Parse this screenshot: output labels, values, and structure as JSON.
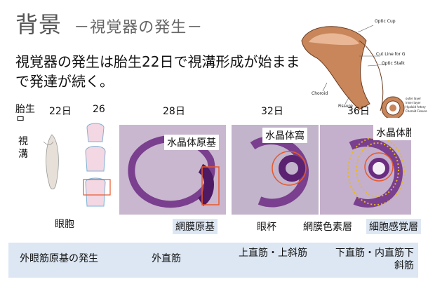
{
  "slide": {
    "title": "背景",
    "subtitle": "－視覚器の発生－",
    "lead": "視覚器の発生は胎生22日で視溝形成が始ままで発達が続く。"
  },
  "timeline": {
    "axis_label": "胎生日",
    "days": [
      "22日",
      "26",
      "28日",
      "32日",
      "36日"
    ]
  },
  "panels": {
    "p1": {
      "labels": [
        "視溝",
        "眼胞"
      ]
    },
    "p3": {
      "labels": [
        "水晶体原基",
        "網膜原基"
      ]
    },
    "p4": {
      "labels": [
        "水晶体窩",
        "眼杯"
      ]
    },
    "p5": {
      "labels": [
        "水晶体胞",
        "網膜色素層",
        "細胞感覚層"
      ]
    }
  },
  "inset": {
    "labels": [
      "Optic Cup",
      "Cut Line for G",
      "Optic Stalk",
      "Choroid",
      "Fissure"
    ],
    "small_labels": [
      "outer layer",
      "inner layer",
      "Hyaloid Artery",
      "Choroid Fissure"
    ]
  },
  "bottom": {
    "items": [
      "外眼筋原基の発生",
      "外直筋",
      "上直筋・上斜筋",
      "下直筋・内直筋下斜筋"
    ]
  },
  "colors": {
    "tissue": "#7a3f8e",
    "highlight": "#e8582a",
    "dotted": "#e6b820",
    "bar": "#dde7f3"
  }
}
